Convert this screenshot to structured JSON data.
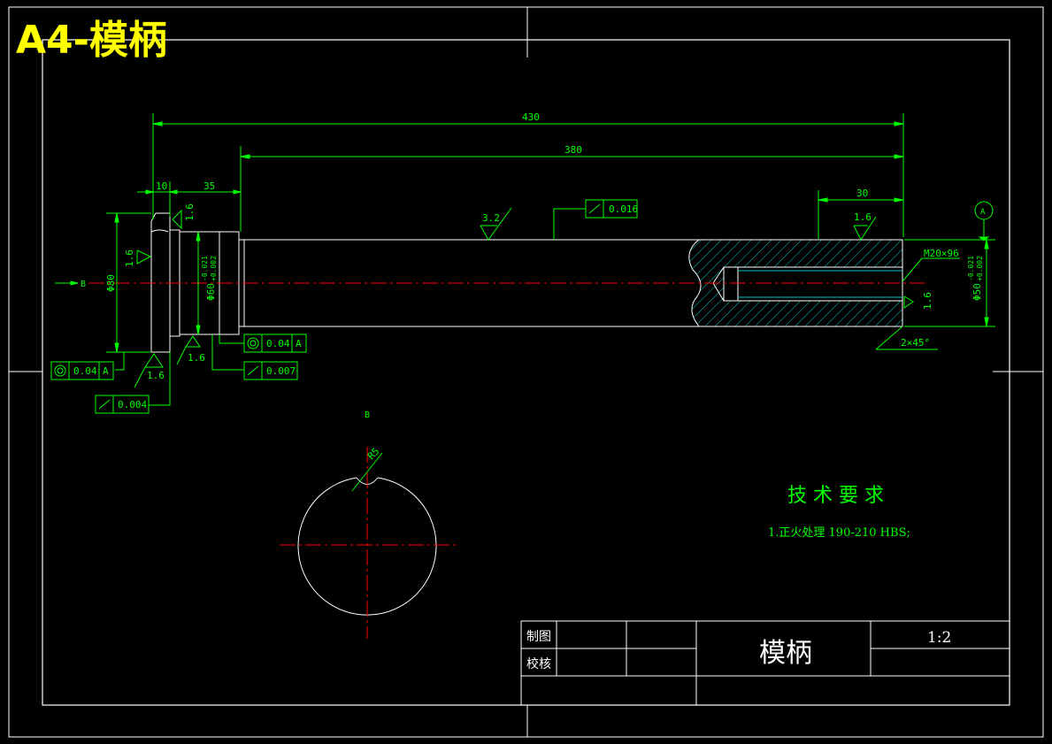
{
  "header": {
    "title": "A4-模柄"
  },
  "colors": {
    "background": "#000000",
    "outline": "#ffffff",
    "dimension": "#00ff00",
    "centerline": "#ff0000",
    "hatch": "#00c8c8",
    "title": "#ffff00"
  },
  "dimensions": {
    "overall_length": "430",
    "body_length": "380",
    "collar_width": "10",
    "neck_width": "35",
    "thread_depth": "30",
    "collar_diameter": "Φ80",
    "neck_diameter": "Φ60",
    "neck_tol_upper": "-0.021",
    "neck_tol_lower": "+0.002",
    "shank_diameter": "Φ50",
    "shank_tol_upper": "-0.021",
    "shank_tol_lower": "+0.002",
    "thread": "M20×96",
    "chamfer": "2×45°",
    "key_width": "R5"
  },
  "roughness": {
    "body": "3.2",
    "collar_left": "1.6",
    "collar_top": "1.6",
    "neck_bottom": "1.6",
    "collar_bottom": "1.6",
    "end_top": "1.6",
    "end_face": "1.6"
  },
  "tolerances": {
    "body_cyl": "0.016",
    "neck_coax": "0.04",
    "neck_datum": "A",
    "neck_cyl": "0.007",
    "collar_coax": "0.04",
    "collar_datum": "A",
    "collar_cyl": "0.004"
  },
  "datum": {
    "label": "A"
  },
  "section": {
    "label": "B",
    "arrow_label": "B"
  },
  "tech_req": {
    "heading": "技 术 要 求",
    "item1": "1.正火处理 190-210 HBS;"
  },
  "title_block": {
    "drawn_label": "制图",
    "checked_label": "校核",
    "part_name": "模柄",
    "scale": "1:2"
  }
}
